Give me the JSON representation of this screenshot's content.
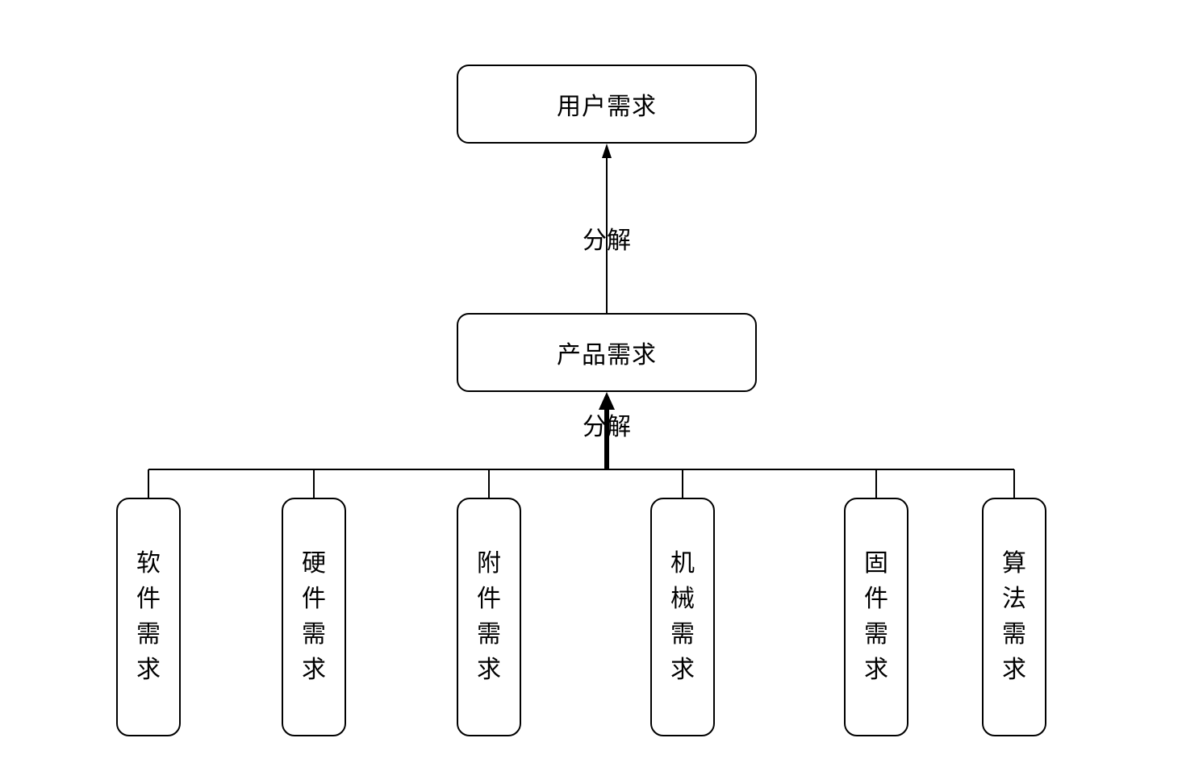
{
  "diagram": {
    "top_node": {
      "label": "用户需求"
    },
    "middle_node": {
      "label": "产品需求"
    },
    "edges": {
      "middle_to_top_label": "分解",
      "leaves_to_middle_label": "分解"
    },
    "leaf_nodes": [
      {
        "label": "软件需求"
      },
      {
        "label": "硬件需求"
      },
      {
        "label": "附件需求"
      },
      {
        "label": "机械需求"
      },
      {
        "label": "固件需求"
      },
      {
        "label": "算法需求"
      }
    ],
    "colors": {
      "stroke": "#000000",
      "fill": "#ffffff",
      "text": "#000000"
    }
  }
}
